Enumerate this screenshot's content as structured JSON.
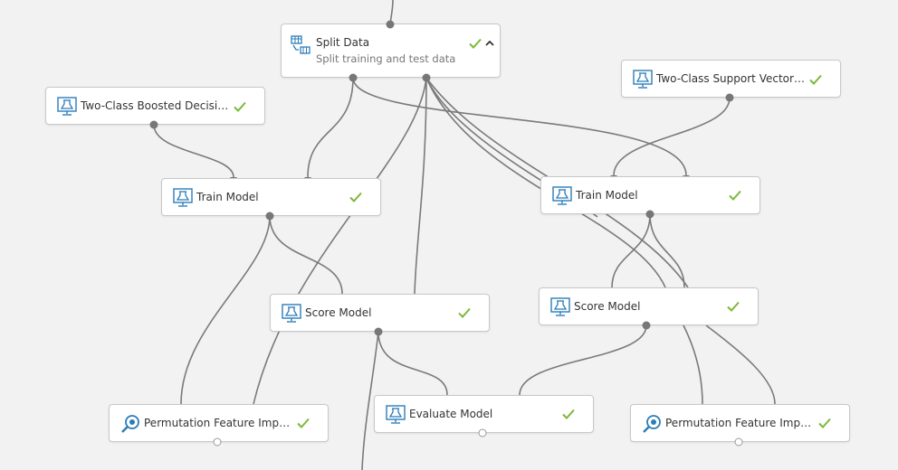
{
  "canvas": {
    "background": "#f2f2f2",
    "edge_color": "#777777",
    "check_color": "#7db83a",
    "icon_color": "#2b7cb8"
  },
  "nodes": {
    "split_data": {
      "title": "Split Data",
      "subtitle": "Split training and test data",
      "icon": "split-data-icon",
      "status": "completed",
      "expanded": true
    },
    "boosted_tree": {
      "title": "Two-Class Boosted Decision...",
      "icon": "ml-model-icon",
      "status": "completed"
    },
    "svm": {
      "title": "Two-Class Support Vector M...",
      "icon": "ml-model-icon",
      "status": "completed"
    },
    "train_left": {
      "title": "Train Model",
      "icon": "ml-model-icon",
      "status": "completed"
    },
    "train_right": {
      "title": "Train Model",
      "icon": "ml-model-icon",
      "status": "completed"
    },
    "score_left": {
      "title": "Score Model",
      "icon": "ml-model-icon",
      "status": "completed"
    },
    "score_right": {
      "title": "Score Model",
      "icon": "ml-model-icon",
      "status": "completed"
    },
    "pfi_left": {
      "title": "Permutation Feature Import...",
      "icon": "magnifier-icon",
      "status": "completed"
    },
    "evaluate": {
      "title": "Evaluate Model",
      "icon": "ml-model-icon",
      "status": "completed"
    },
    "pfi_right": {
      "title": "Permutation Feature Import...",
      "icon": "magnifier-icon",
      "status": "completed"
    }
  }
}
